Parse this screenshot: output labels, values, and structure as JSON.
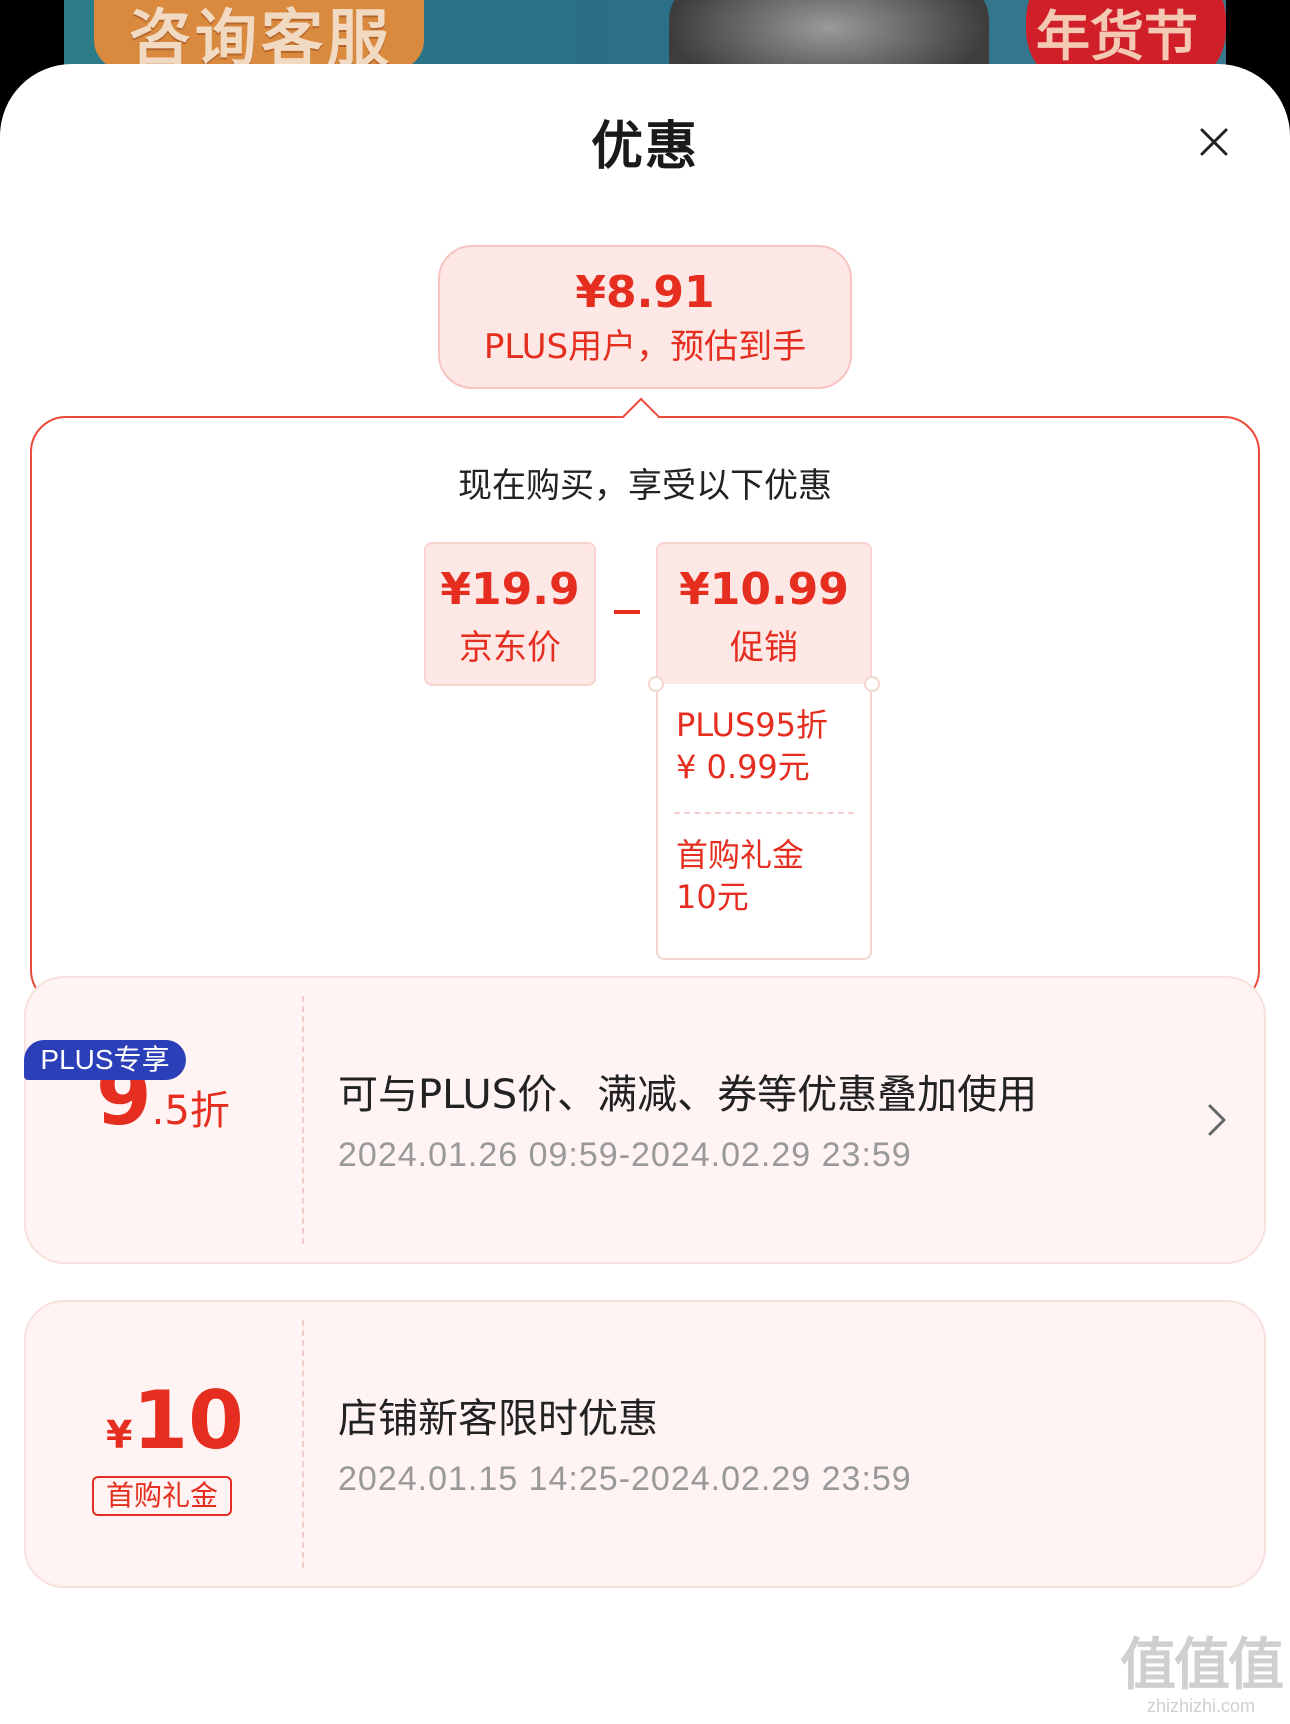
{
  "background": {
    "promo_text": "咨询客服",
    "festival_text": "年货节"
  },
  "sheet": {
    "title": "优惠",
    "close_icon": "close-icon"
  },
  "estimate": {
    "price": "¥8.91",
    "note": "PLUS用户，预估到手"
  },
  "breakdown": {
    "heading": "现在购买，享受以下优惠",
    "jd_price": {
      "amount": "¥19.9",
      "label": "京东价"
    },
    "operator": "-",
    "promo": {
      "amount": "¥10.99",
      "label": "促销"
    },
    "promo_items": [
      {
        "line1": "PLUS95折",
        "line2": "¥ 0.99元"
      },
      {
        "line1": "首购礼金",
        "line2": "10元"
      }
    ]
  },
  "coupons": [
    {
      "tag": "PLUS专享",
      "discount_big": "9",
      "discount_small": ".5折",
      "title": "可与PLUS价、满减、券等优惠叠加使用",
      "date": "2024.01.26 09:59-2024.02.29 23:59",
      "chevron_icon": "chevron-right-icon"
    },
    {
      "currency": "¥",
      "amount": "10",
      "badge": "首购礼金",
      "title": "店铺新客限时优惠",
      "date": "2024.01.15 14:25-2024.02.29 23:59"
    }
  ],
  "watermark": {
    "glyph": "值值值",
    "url": "zhizhizhi.com"
  },
  "colors": {
    "accent": "#e52e1f",
    "plus_blue": "#2b3fb8",
    "card_bg": "#fff4f3"
  }
}
